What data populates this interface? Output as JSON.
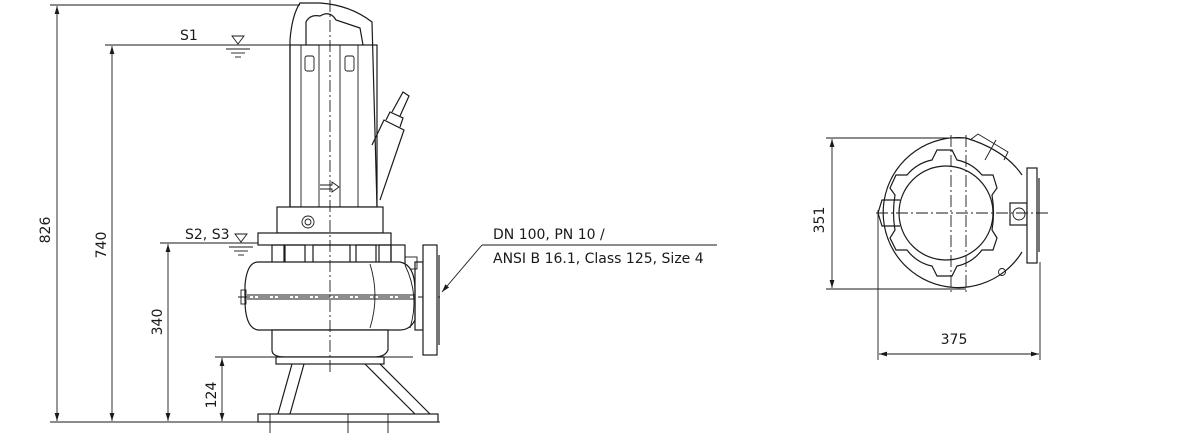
{
  "side_view": {
    "dimensions": {
      "overall_height": "826",
      "s1_height": "740",
      "s2_s3_height": "340",
      "base_height": "124"
    },
    "levels": {
      "s1": "S1",
      "s2_s3": "S2, S3"
    },
    "flange_callout": {
      "line1": "DN 100, PN 10 /",
      "line2": "ANSI B 16.1, Class 125, Size 4"
    }
  },
  "top_view": {
    "dimensions": {
      "depth": "351",
      "width": "375"
    }
  }
}
